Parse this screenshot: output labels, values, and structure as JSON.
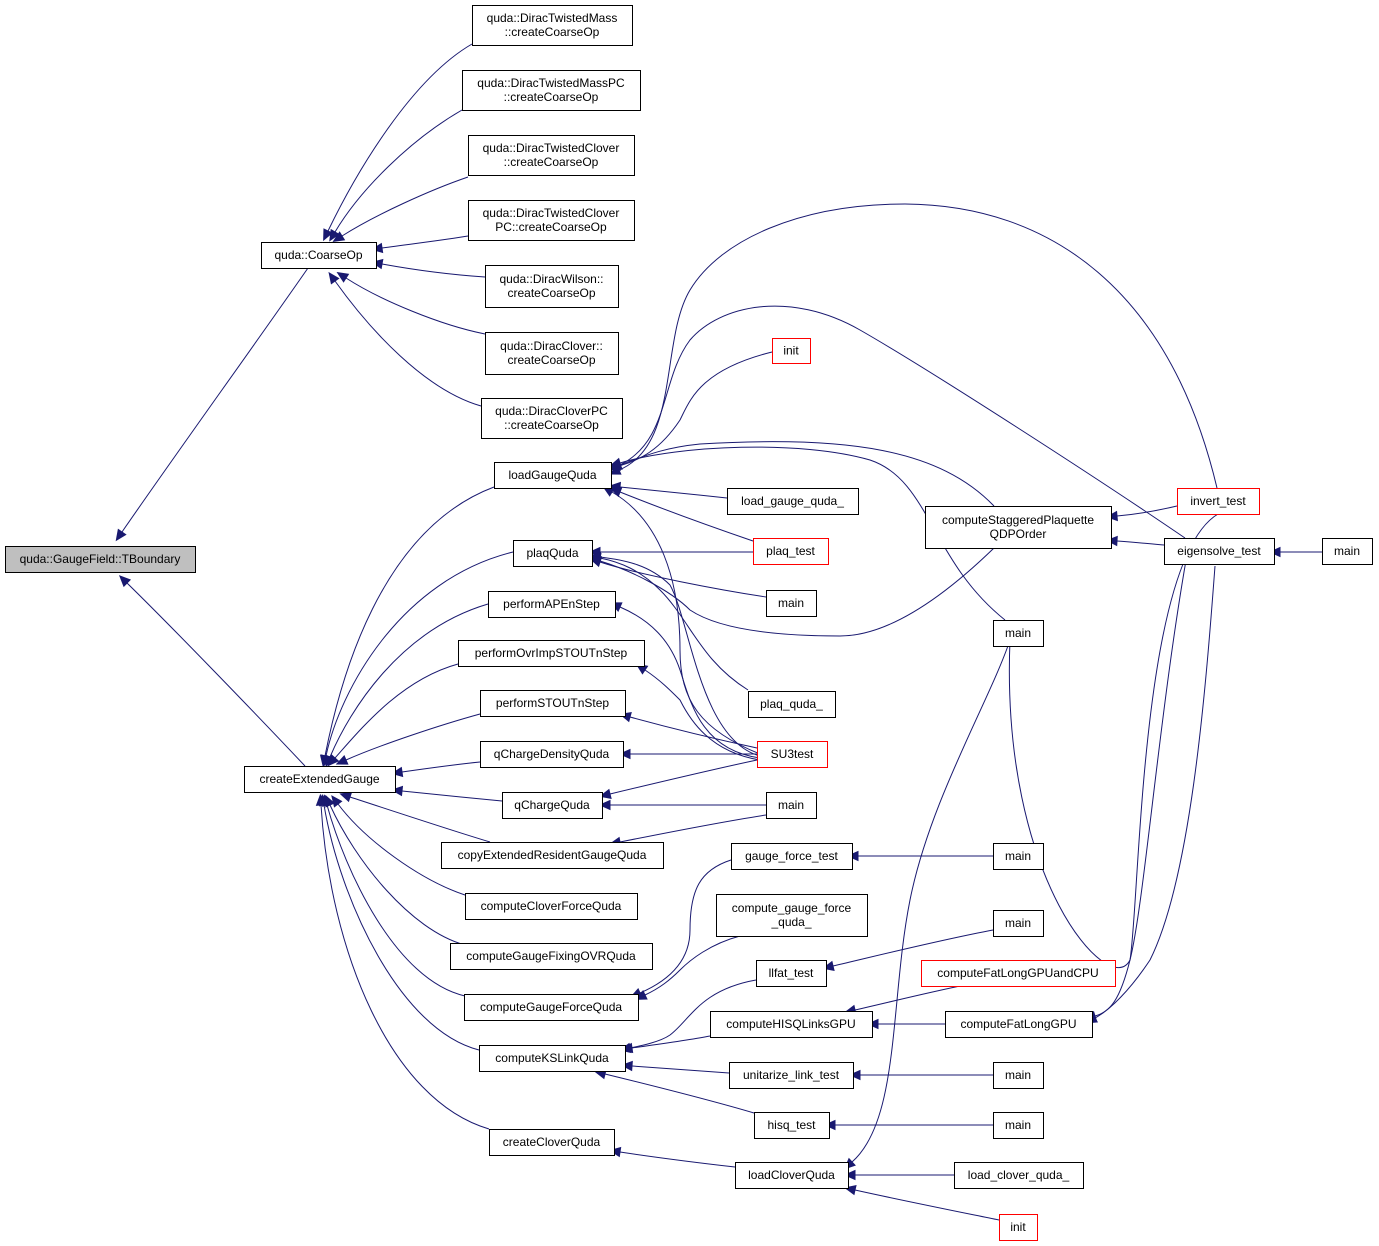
{
  "colors": {
    "edge": "#191970",
    "node_border": "#000000",
    "node_fill": "#ffffff",
    "focus_fill": "#bfbfbf",
    "truncated_border": "#ff0000"
  },
  "nodes": [
    {
      "id": "tboundary",
      "lines": [
        "quda::GaugeField::TBoundary"
      ],
      "style": "focus"
    },
    {
      "id": "coarseop",
      "lines": [
        "quda::CoarseOp"
      ],
      "style": "normal"
    },
    {
      "id": "createextended",
      "lines": [
        "createExtendedGauge"
      ],
      "style": "normal"
    },
    {
      "id": "twm",
      "lines": [
        "quda::DiracTwistedMass",
        "::createCoarseOp"
      ],
      "style": "normal"
    },
    {
      "id": "twmpc",
      "lines": [
        "quda::DiracTwistedMassPC",
        "::createCoarseOp"
      ],
      "style": "normal"
    },
    {
      "id": "twc",
      "lines": [
        "quda::DiracTwistedClover",
        "::createCoarseOp"
      ],
      "style": "normal"
    },
    {
      "id": "twcpc",
      "lines": [
        "quda::DiracTwistedClover",
        "PC::createCoarseOp"
      ],
      "style": "normal"
    },
    {
      "id": "wilson",
      "lines": [
        "quda::DiracWilson::",
        "createCoarseOp"
      ],
      "style": "normal"
    },
    {
      "id": "clover",
      "lines": [
        "quda::DiracClover::",
        "createCoarseOp"
      ],
      "style": "normal"
    },
    {
      "id": "cloverpc",
      "lines": [
        "quda::DiracCloverPC",
        "::createCoarseOp"
      ],
      "style": "normal"
    },
    {
      "id": "loadgauge",
      "lines": [
        "loadGaugeQuda"
      ],
      "style": "normal"
    },
    {
      "id": "plaq",
      "lines": [
        "plaqQuda"
      ],
      "style": "normal"
    },
    {
      "id": "ape",
      "lines": [
        "performAPEnStep"
      ],
      "style": "normal"
    },
    {
      "id": "ovrimp",
      "lines": [
        "performOvrImpSTOUTnStep"
      ],
      "style": "normal"
    },
    {
      "id": "stout",
      "lines": [
        "performSTOUTnStep"
      ],
      "style": "normal"
    },
    {
      "id": "qchargedens",
      "lines": [
        "qChargeDensityQuda"
      ],
      "style": "normal"
    },
    {
      "id": "qcharge",
      "lines": [
        "qChargeQuda"
      ],
      "style": "normal"
    },
    {
      "id": "copyext",
      "lines": [
        "copyExtendedResidentGaugeQuda"
      ],
      "style": "normal"
    },
    {
      "id": "cloverforce",
      "lines": [
        "computeCloverForceQuda"
      ],
      "style": "normal"
    },
    {
      "id": "gfovr",
      "lines": [
        "computeGaugeFixingOVRQuda"
      ],
      "style": "normal"
    },
    {
      "id": "gaugeforce",
      "lines": [
        "computeGaugeForceQuda"
      ],
      "style": "normal"
    },
    {
      "id": "kslink",
      "lines": [
        "computeKSLinkQuda"
      ],
      "style": "normal"
    },
    {
      "id": "createclover",
      "lines": [
        "createCloverQuda"
      ],
      "style": "normal"
    },
    {
      "id": "init1",
      "lines": [
        "init"
      ],
      "style": "truncated"
    },
    {
      "id": "loadgauge_",
      "lines": [
        "load_gauge_quda_"
      ],
      "style": "normal"
    },
    {
      "id": "plaqtest",
      "lines": [
        "plaq_test"
      ],
      "style": "truncated"
    },
    {
      "id": "main1",
      "lines": [
        "main"
      ],
      "style": "normal"
    },
    {
      "id": "plaq_",
      "lines": [
        "plaq_quda_"
      ],
      "style": "normal"
    },
    {
      "id": "su3test",
      "lines": [
        "SU3test"
      ],
      "style": "truncated"
    },
    {
      "id": "main2",
      "lines": [
        "main"
      ],
      "style": "normal"
    },
    {
      "id": "gftest",
      "lines": [
        "gauge_force_test"
      ],
      "style": "normal"
    },
    {
      "id": "cgfq_",
      "lines": [
        "compute_gauge_force",
        "_quda_"
      ],
      "style": "normal"
    },
    {
      "id": "llfat",
      "lines": [
        "llfat_test"
      ],
      "style": "normal"
    },
    {
      "id": "hisqgpu",
      "lines": [
        "computeHISQLinksGPU"
      ],
      "style": "normal"
    },
    {
      "id": "unitarize",
      "lines": [
        "unitarize_link_test"
      ],
      "style": "normal"
    },
    {
      "id": "hisqtest",
      "lines": [
        "hisq_test"
      ],
      "style": "normal"
    },
    {
      "id": "loadclover",
      "lines": [
        "loadCloverQuda"
      ],
      "style": "normal"
    },
    {
      "id": "staggered",
      "lines": [
        "computeStaggeredPlaquette",
        "QDPOrder"
      ],
      "style": "normal"
    },
    {
      "id": "main3",
      "lines": [
        "main"
      ],
      "style": "normal"
    },
    {
      "id": "main4",
      "lines": [
        "main"
      ],
      "style": "normal"
    },
    {
      "id": "main5",
      "lines": [
        "main"
      ],
      "style": "normal"
    },
    {
      "id": "fatlongcpu",
      "lines": [
        "computeFatLongGPUandCPU"
      ],
      "style": "truncated"
    },
    {
      "id": "fatlong",
      "lines": [
        "computeFatLongGPU"
      ],
      "style": "normal"
    },
    {
      "id": "main6",
      "lines": [
        "main"
      ],
      "style": "normal"
    },
    {
      "id": "main7",
      "lines": [
        "main"
      ],
      "style": "normal"
    },
    {
      "id": "loadclover_",
      "lines": [
        "load_clover_quda_"
      ],
      "style": "normal"
    },
    {
      "id": "init2",
      "lines": [
        "init"
      ],
      "style": "truncated"
    },
    {
      "id": "inverttest",
      "lines": [
        "invert_test"
      ],
      "style": "truncated"
    },
    {
      "id": "eigentest",
      "lines": [
        "eigensolve_test"
      ],
      "style": "normal"
    },
    {
      "id": "main8",
      "lines": [
        "main"
      ],
      "style": "normal"
    }
  ],
  "edges": [
    {
      "from": "coarseop",
      "to": "tboundary"
    },
    {
      "from": "createextended",
      "to": "tboundary"
    },
    {
      "from": "twm",
      "to": "coarseop"
    },
    {
      "from": "twmpc",
      "to": "coarseop"
    },
    {
      "from": "twc",
      "to": "coarseop"
    },
    {
      "from": "twcpc",
      "to": "coarseop"
    },
    {
      "from": "wilson",
      "to": "coarseop"
    },
    {
      "from": "clover",
      "to": "coarseop"
    },
    {
      "from": "cloverpc",
      "to": "coarseop"
    },
    {
      "from": "loadgauge",
      "to": "createextended"
    },
    {
      "from": "plaq",
      "to": "createextended"
    },
    {
      "from": "ape",
      "to": "createextended"
    },
    {
      "from": "ovrimp",
      "to": "createextended"
    },
    {
      "from": "stout",
      "to": "createextended"
    },
    {
      "from": "qchargedens",
      "to": "createextended"
    },
    {
      "from": "qcharge",
      "to": "createextended"
    },
    {
      "from": "copyext",
      "to": "createextended"
    },
    {
      "from": "cloverforce",
      "to": "createextended"
    },
    {
      "from": "gfovr",
      "to": "createextended"
    },
    {
      "from": "gaugeforce",
      "to": "createextended"
    },
    {
      "from": "kslink",
      "to": "createextended"
    },
    {
      "from": "createclover",
      "to": "createextended"
    },
    {
      "from": "inverttest",
      "to": "loadgauge"
    },
    {
      "from": "eigentest",
      "to": "loadgauge"
    },
    {
      "from": "init1",
      "to": "loadgauge"
    },
    {
      "from": "staggered",
      "to": "loadgauge"
    },
    {
      "from": "main3",
      "to": "loadgauge"
    },
    {
      "from": "loadgauge_",
      "to": "loadgauge"
    },
    {
      "from": "plaqtest",
      "to": "loadgauge"
    },
    {
      "from": "su3test",
      "to": "loadgauge"
    },
    {
      "from": "plaqtest",
      "to": "plaq"
    },
    {
      "from": "main1",
      "to": "plaq"
    },
    {
      "from": "plaq_",
      "to": "plaq"
    },
    {
      "from": "su3test",
      "to": "plaq"
    },
    {
      "from": "staggered",
      "to": "plaq"
    },
    {
      "from": "su3test",
      "to": "ape"
    },
    {
      "from": "su3test",
      "to": "ovrimp"
    },
    {
      "from": "su3test",
      "to": "stout"
    },
    {
      "from": "su3test",
      "to": "qchargedens"
    },
    {
      "from": "su3test",
      "to": "qcharge"
    },
    {
      "from": "main2",
      "to": "qcharge"
    },
    {
      "from": "main2",
      "to": "copyext"
    },
    {
      "from": "gftest",
      "to": "gaugeforce"
    },
    {
      "from": "cgfq_",
      "to": "gaugeforce"
    },
    {
      "from": "llfat",
      "to": "kslink"
    },
    {
      "from": "hisqgpu",
      "to": "kslink"
    },
    {
      "from": "unitarize",
      "to": "kslink"
    },
    {
      "from": "hisqtest",
      "to": "kslink"
    },
    {
      "from": "loadclover",
      "to": "createclover"
    },
    {
      "from": "main4",
      "to": "gftest"
    },
    {
      "from": "main5",
      "to": "llfat"
    },
    {
      "from": "fatlongcpu",
      "to": "hisqgpu"
    },
    {
      "from": "fatlong",
      "to": "hisqgpu"
    },
    {
      "from": "main6",
      "to": "unitarize"
    },
    {
      "from": "main7",
      "to": "hisqtest"
    },
    {
      "from": "inverttest",
      "to": "loadclover"
    },
    {
      "from": "loadclover_",
      "to": "loadclover"
    },
    {
      "from": "init2",
      "to": "loadclover"
    },
    {
      "from": "inverttest",
      "to": "staggered"
    },
    {
      "from": "eigentest",
      "to": "staggered"
    },
    {
      "from": "inverttest",
      "to": "fatlong"
    },
    {
      "from": "eigentest",
      "to": "fatlong"
    },
    {
      "from": "main8",
      "to": "eigentest"
    }
  ]
}
